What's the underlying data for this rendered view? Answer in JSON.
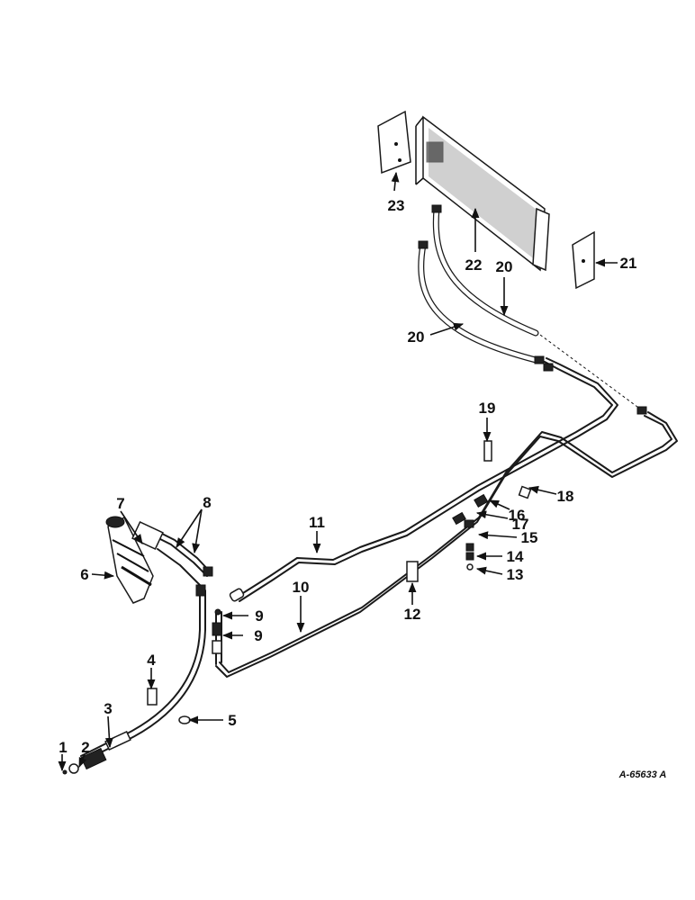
{
  "drawing_code": "A-65633 A",
  "callouts": [
    {
      "id": "c1",
      "text": "1"
    },
    {
      "id": "c2",
      "text": "2"
    },
    {
      "id": "c3",
      "text": "3"
    },
    {
      "id": "c4",
      "text": "4"
    },
    {
      "id": "c5",
      "text": "5"
    },
    {
      "id": "c6",
      "text": "6"
    },
    {
      "id": "c7",
      "text": "7"
    },
    {
      "id": "c8",
      "text": "8"
    },
    {
      "id": "c9a",
      "text": "9"
    },
    {
      "id": "c9b",
      "text": "9"
    },
    {
      "id": "c10",
      "text": "10"
    },
    {
      "id": "c11",
      "text": "11"
    },
    {
      "id": "c12",
      "text": "12"
    },
    {
      "id": "c13",
      "text": "13"
    },
    {
      "id": "c14",
      "text": "14"
    },
    {
      "id": "c15",
      "text": "15"
    },
    {
      "id": "c16",
      "text": "16"
    },
    {
      "id": "c17",
      "text": "17"
    },
    {
      "id": "c18",
      "text": "18"
    },
    {
      "id": "c19",
      "text": "19"
    },
    {
      "id": "c20a",
      "text": "20"
    },
    {
      "id": "c20b",
      "text": "20"
    },
    {
      "id": "c21",
      "text": "21"
    },
    {
      "id": "c22",
      "text": "22"
    },
    {
      "id": "c23",
      "text": "23"
    }
  ]
}
